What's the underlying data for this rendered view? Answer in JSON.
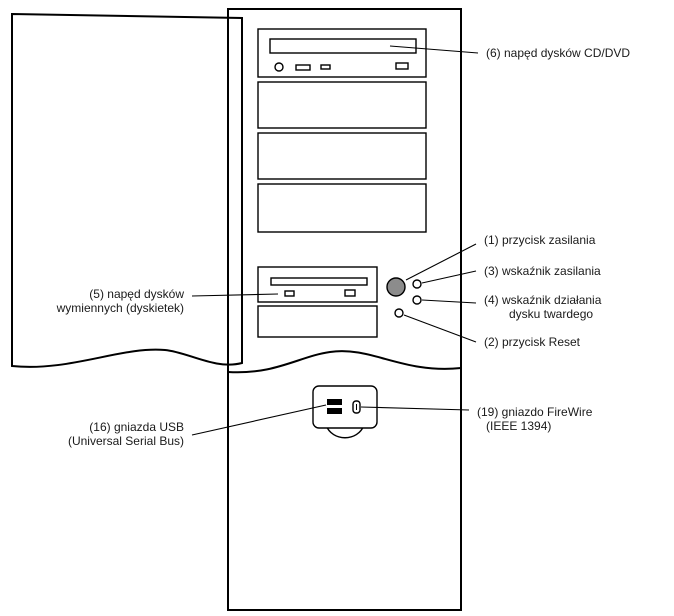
{
  "labels": {
    "cd_dvd": "(6) napęd dysków CD/DVD",
    "power_button": "(1) przycisk zasilania",
    "power_led": "(3) wskaźnik zasilania",
    "hdd_led_line1": "(4) wskaźnik działania",
    "hdd_led_line2": "dysku twardego",
    "reset_button": "(2) przycisk Reset",
    "floppy_line1": "(5) napęd dysków",
    "floppy_line2": "wymiennych (dyskietek)",
    "usb_line1": "(16) gniazda USB",
    "usb_line2": "(Universal Serial Bus)",
    "firewire_line1": "(19) gniazdo FireWire",
    "firewire_line2": "(IEEE 1394)"
  }
}
